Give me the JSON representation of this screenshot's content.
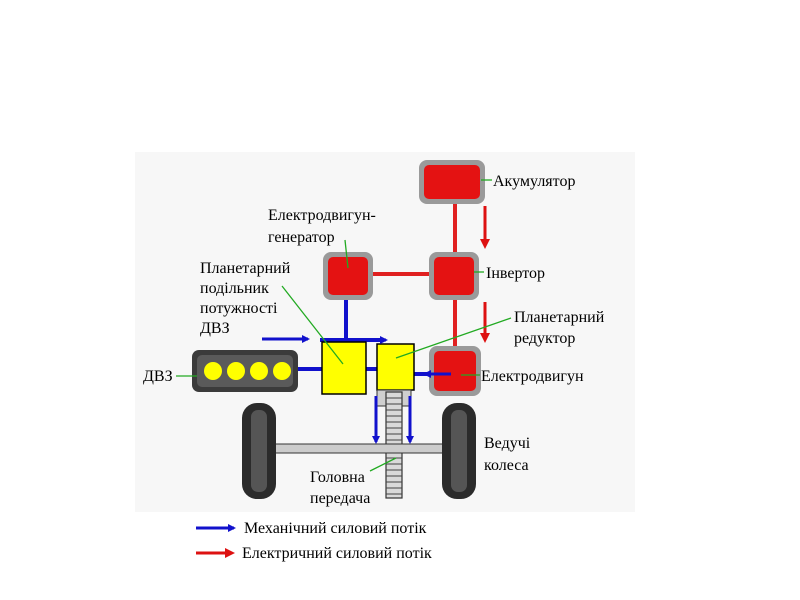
{
  "labels": {
    "battery": "Акумулятор",
    "motor_generator_1": "Електродвигун-",
    "motor_generator_2": "генератор",
    "inverter": "Інвертор",
    "splitter_1": "Планетарний",
    "splitter_2": "подільник",
    "splitter_3": "потужності",
    "splitter_4": "ДВЗ",
    "reducer_1": "Планетарний",
    "reducer_2": "редуктор",
    "engine": "ДВЗ",
    "motor": "Електродвигун",
    "wheels_1": "Ведучі",
    "wheels_2": "колеса",
    "final_drive_1": "Головна",
    "final_drive_2": "передача"
  },
  "legend": {
    "mechanical": "Механічний силовий потік",
    "electrical": "Електричний силовий потік"
  },
  "colors": {
    "electric_unit": "#e41212",
    "mechanical_unit": "#ffff00",
    "mechanical_flow": "#1111cc",
    "electrical_flow": "#dd1111",
    "leader_line": "#22aa22"
  }
}
